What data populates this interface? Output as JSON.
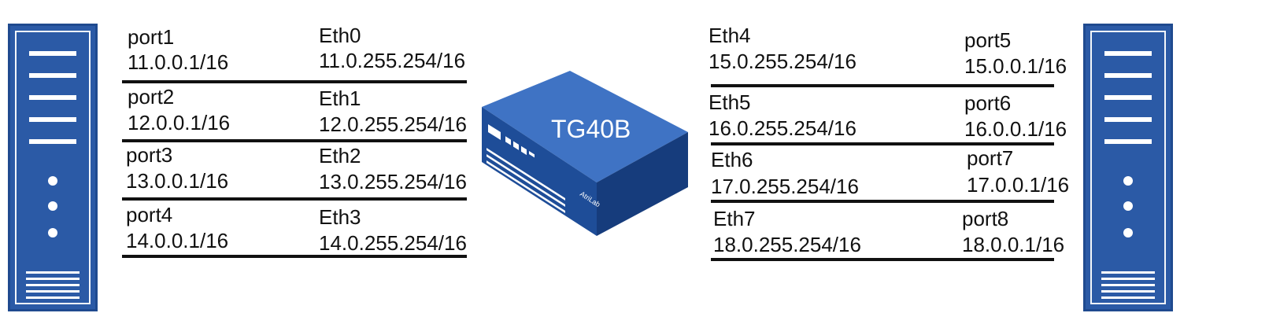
{
  "device": {
    "name": "TG40B",
    "badge": "AtriLab"
  },
  "left_links": [
    {
      "port": "port1",
      "port_ip": "11.0.0.1/16",
      "eth": "Eth0",
      "eth_ip": "11.0.255.254/16"
    },
    {
      "port": "port2",
      "port_ip": "12.0.0.1/16",
      "eth": "Eth1",
      "eth_ip": "12.0.255.254/16"
    },
    {
      "port": "port3",
      "port_ip": "13.0.0.1/16",
      "eth": "Eth2",
      "eth_ip": "13.0.255.254/16"
    },
    {
      "port": "port4",
      "port_ip": "14.0.0.1/16",
      "eth": "Eth3",
      "eth_ip": "14.0.255.254/16"
    }
  ],
  "right_links": [
    {
      "eth": "Eth4",
      "eth_ip": "15.0.255.254/16",
      "port": "port5",
      "port_ip": "15.0.0.1/16"
    },
    {
      "eth": "Eth5",
      "eth_ip": "16.0.255.254/16",
      "port": "port6",
      "port_ip": "16.0.0.1/16"
    },
    {
      "eth": "Eth6",
      "eth_ip": "17.0.255.254/16",
      "port": "port7",
      "port_ip": "17.0.0.1/16"
    },
    {
      "eth": "Eth7",
      "eth_ip": "18.0.255.254/16",
      "port": "port8",
      "port_ip": "18.0.0.1/16"
    }
  ],
  "colors": {
    "server_blue": "#2b5aa6",
    "device_top": "#3f73c4",
    "device_front": "#1e4d98",
    "device_side": "#163c7c",
    "line": "#111111"
  }
}
